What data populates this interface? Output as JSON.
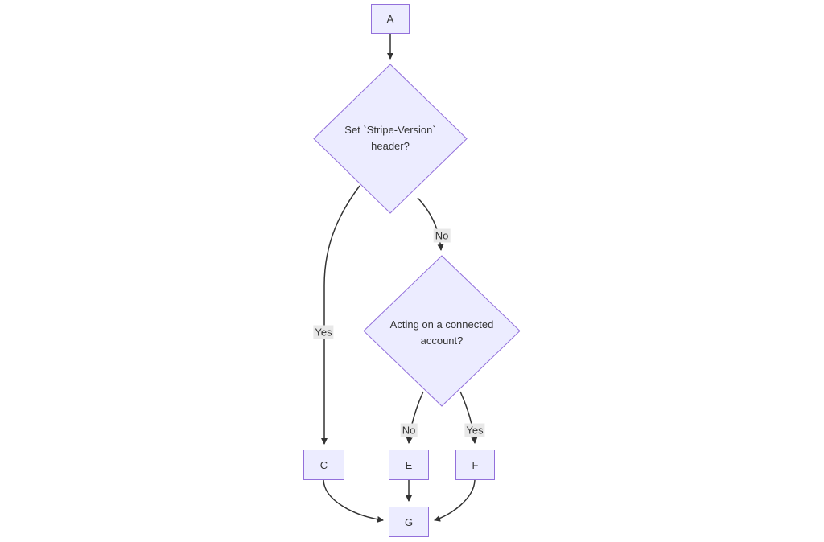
{
  "diagram": {
    "type": "flowchart",
    "nodes": {
      "a": {
        "label": "A"
      },
      "d1": {
        "label": "Set `Stripe-Version` header?"
      },
      "d2": {
        "label": "Acting on a connected account?"
      },
      "c": {
        "label": "C"
      },
      "e": {
        "label": "E"
      },
      "f": {
        "label": "F"
      },
      "g": {
        "label": "G"
      }
    },
    "edge_labels": {
      "d1_no": "No",
      "d1_yes": "Yes",
      "d2_no": "No",
      "d2_yes": "Yes"
    },
    "colors": {
      "node_fill": "#ECECFF",
      "node_border": "#9370DB",
      "edge_line": "#333333",
      "edge_label_bg": "#e8e8e8",
      "text": "#333333",
      "background": "#ffffff"
    }
  }
}
